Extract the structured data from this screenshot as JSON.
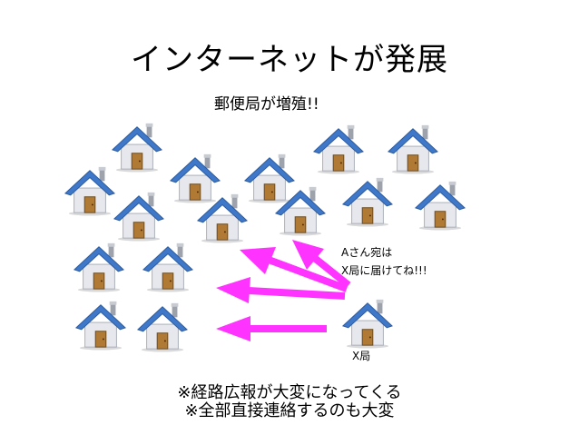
{
  "slide": {
    "title": "インターネットが発展",
    "subtitle": "郵便局が増殖!!",
    "note_line1": "Aさん宛は",
    "note_line2": "X局に届けてね!!!",
    "x_label": "X局",
    "footer_line1": "※経路広報が大変になってくる",
    "footer_line2": "※全部直接連絡するのも大変"
  },
  "colors": {
    "arrow": "#ff33ff",
    "roof": "#3f78c8",
    "wall": "#e6e8ee",
    "door": "#b07a35"
  }
}
